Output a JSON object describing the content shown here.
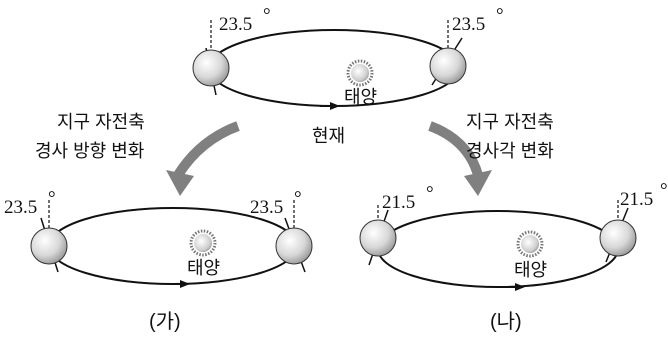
{
  "current": {
    "angle_left": "23.5",
    "angle_right": "23.5",
    "sun_label": "태양",
    "caption": "현재"
  },
  "arrow_left_label": {
    "line1": "지구 자전축",
    "line2": "경사 방향 변화"
  },
  "arrow_right_label": {
    "line1": "지구 자전축",
    "line2": "경사각 변화"
  },
  "case_ga": {
    "angle_left": "23.5",
    "angle_right": "23.5",
    "sun_label": "태양",
    "caption": "(가)"
  },
  "case_na": {
    "angle_left": "21.5",
    "angle_right": "21.5",
    "sun_label": "태양",
    "caption": "(나)"
  },
  "degree_symbol": "°"
}
